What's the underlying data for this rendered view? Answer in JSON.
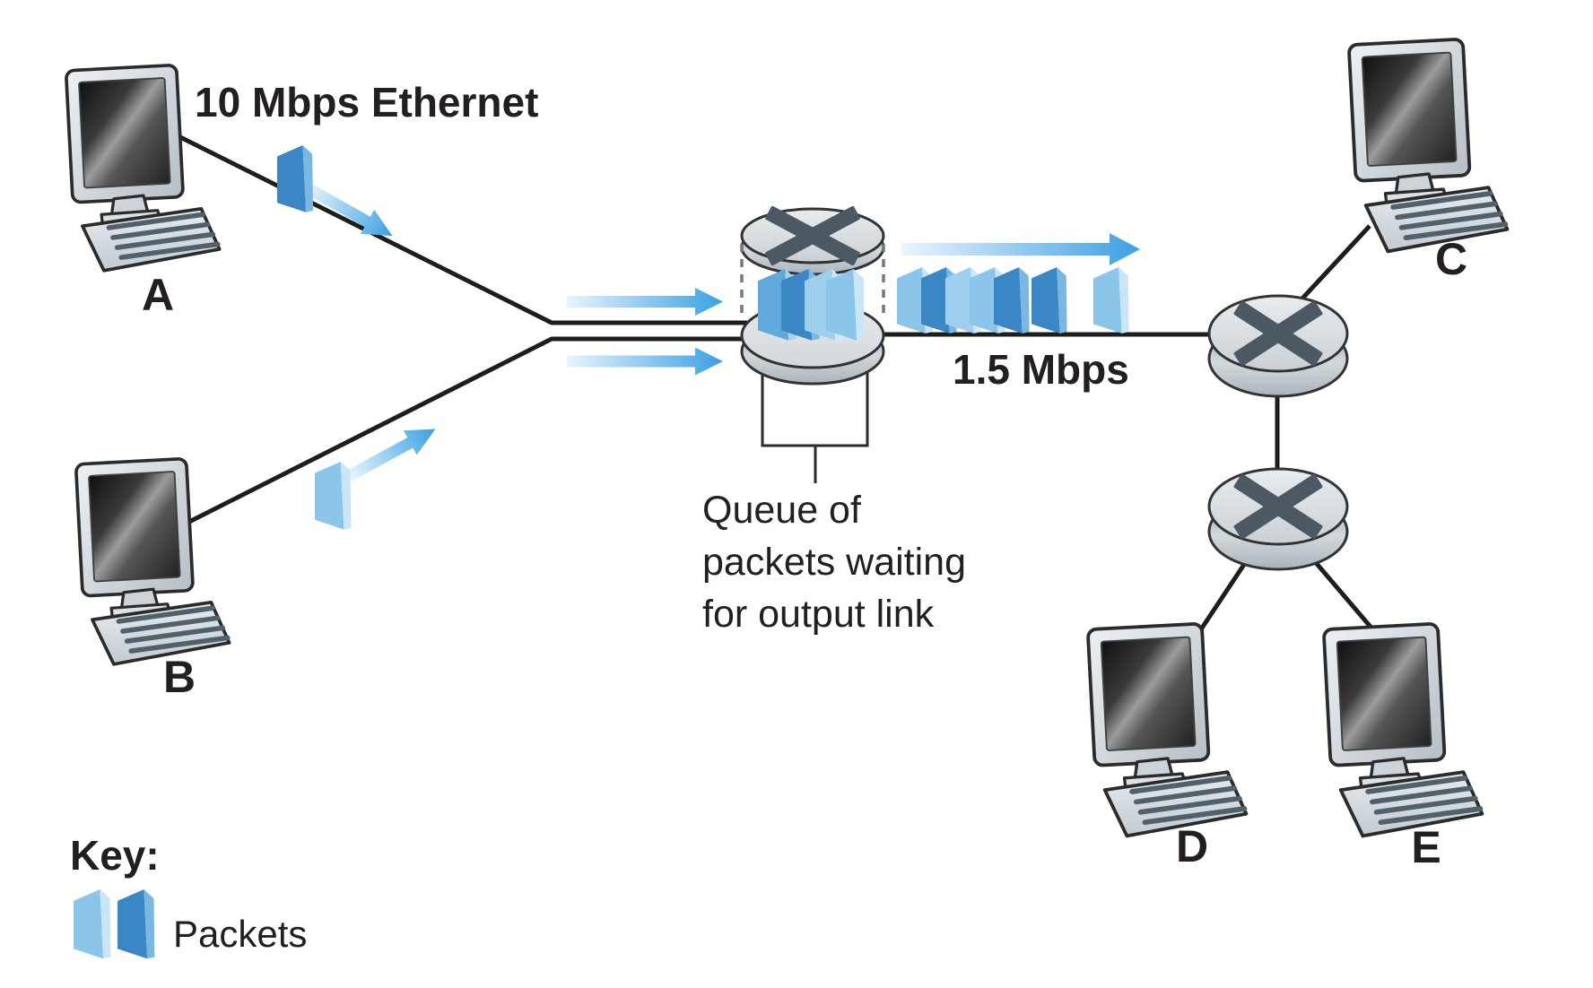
{
  "diagram": {
    "title_implicit": "Packet switching with two hosts sending through a shared router queue",
    "link_label_top": "10 Mbps Ethernet",
    "link_label_bottleneck": "1.5 Mbps",
    "queue_note_line1": "Queue of",
    "queue_note_line2": "packets waiting",
    "queue_note_line3": "for output link",
    "key_title": "Key:",
    "key_packets_label": "Packets",
    "host_labels": [
      "A",
      "B",
      "C",
      "D",
      "E"
    ],
    "nodes": {
      "hosts": [
        "A",
        "B",
        "C",
        "D",
        "E"
      ],
      "routers": [
        "central-router-with-queue",
        "router-near-C",
        "router-near-D-E"
      ]
    },
    "links": [
      {
        "from": "A",
        "to": "central-router",
        "label": "10 Mbps Ethernet"
      },
      {
        "from": "B",
        "to": "central-router",
        "label": ""
      },
      {
        "from": "central-router",
        "to": "router-near-C",
        "label": "1.5 Mbps"
      },
      {
        "from": "router-near-C",
        "to": "C",
        "label": ""
      },
      {
        "from": "router-near-C",
        "to": "router-near-D-E",
        "label": ""
      },
      {
        "from": "router-near-D-E",
        "to": "D",
        "label": ""
      },
      {
        "from": "router-near-D-E",
        "to": "E",
        "label": ""
      }
    ],
    "queue_packets": [
      "medium",
      "dark",
      "light",
      "light"
    ],
    "output_packets_cluster": [
      "light",
      "dark",
      "light",
      "light",
      "dark"
    ],
    "output_packets_spaced": [
      "dark",
      "light"
    ],
    "icons": [
      "computer-icon",
      "router-icon",
      "packet-icon",
      "arrow-icon"
    ]
  },
  "colors": {
    "packet_light": "#8cc5ea",
    "packet_light_edge": "#c9e6f8",
    "packet_medium": "#61a9db",
    "packet_medium_edge": "#a5d3f0",
    "packet_dark": "#3b86c4",
    "packet_dark_edge": "#7ab8e4",
    "arrow_blue": "#3aa0e3",
    "line_black": "#1d1d1b",
    "router_x": "#4d5962",
    "text": "#231f20"
  }
}
